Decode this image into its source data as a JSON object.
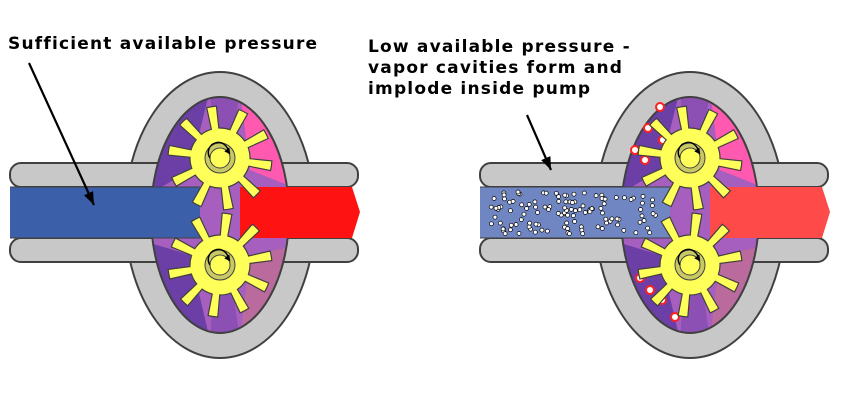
{
  "captions": {
    "left": "Sufficient available pressure",
    "right_lines": [
      "Low available pressure -",
      "vapor cavities form and",
      "implode inside pump"
    ]
  },
  "colors": {
    "casing": "#c8c8c8",
    "outline": "#404040",
    "inlet_left": "#3c5faa",
    "inlet_right": "#6f86c2",
    "outlet_left": "#ff1212",
    "outlet_right": "#ff4a4a",
    "gear": "#ffff5a",
    "gear_hub": "#c8c864",
    "purple_dark": "#6c3fa6",
    "purple_mid": "#8c4fb4",
    "violet": "#a65fbf",
    "pink": "#ff5ab0",
    "mauve": "#bb6a9d",
    "bubble_fill": "#ffffff",
    "implode_ring": "#ff2020"
  },
  "icons": [
    "pointer-arrow",
    "rotation-arrow-icon",
    "vapor-bubble",
    "imploding-bubble"
  ]
}
